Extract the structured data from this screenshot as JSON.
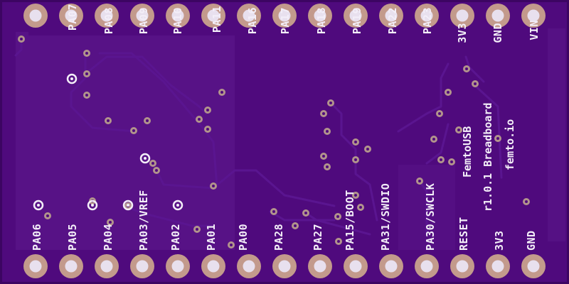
{
  "board": {
    "colors": {
      "substrate": "#4f0a7d",
      "outline": "#3c0562",
      "copper_fill": "#5e1a8e",
      "trace": "#5a1590",
      "pad": "#c39a8c",
      "pad_hole": "#e8e0ee",
      "via": "#b2948c",
      "silkscreen": "#f3eef8"
    },
    "top_pins": [
      "PA07",
      "PA08",
      "PA09",
      "PA10",
      "PA11",
      "PA16",
      "PA17",
      "PA18",
      "PA19",
      "PA22",
      "PA23",
      "3V3",
      "GND",
      "VIN"
    ],
    "bottom_pins": [
      "PA06",
      "PA05",
      "PA04",
      "PA03/VREF",
      "PA02",
      "PA01",
      "PA00",
      "PA28",
      "PA27",
      "PA15/BOOT",
      "PA31/SWDIO",
      "PA30/SWCLK",
      "RESET",
      "3V3",
      "GND"
    ],
    "info": {
      "product": "FemtoUSB",
      "version": "r1.0.1 Breadboard",
      "website": "femto.io"
    }
  }
}
